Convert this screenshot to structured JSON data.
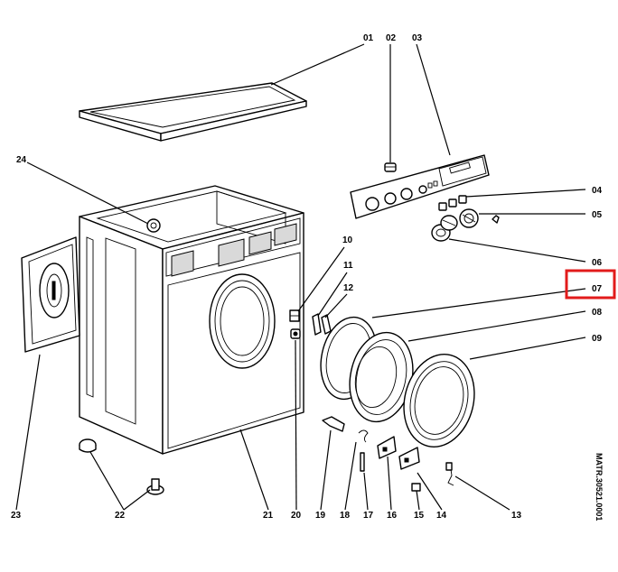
{
  "diagram": {
    "document_code": "MATR.30521.0001",
    "highlighted_callout": "07",
    "highlight_color": "#e21b1b",
    "callouts": {
      "c01": "01",
      "c02": "02",
      "c03": "03",
      "c04": "04",
      "c05": "05",
      "c06": "06",
      "c07": "07",
      "c08": "08",
      "c09": "09",
      "c10": "10",
      "c11": "11",
      "c12": "12",
      "c13": "13",
      "c14": "14",
      "c15": "15",
      "c16": "16",
      "c17": "17",
      "c18": "18",
      "c19": "19",
      "c20": "20",
      "c21": "21",
      "c22": "22",
      "c23": "23",
      "c24": "24"
    }
  }
}
